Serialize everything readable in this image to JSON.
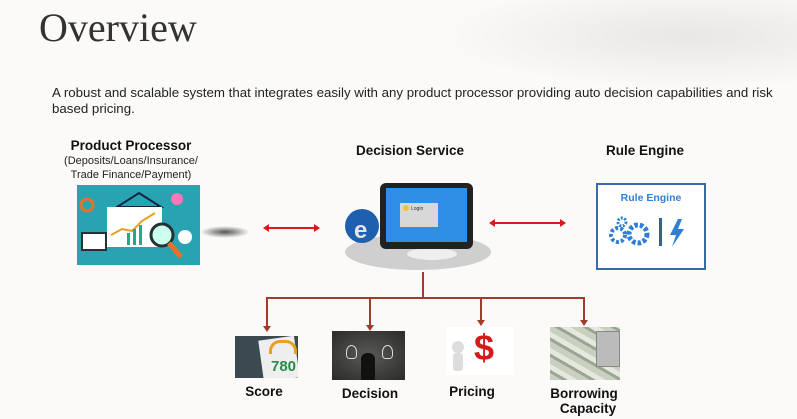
{
  "title": "Overview",
  "subtitle": "A robust and scalable system that integrates easily with any product processor providing auto decision capabilities and risk based pricing.",
  "product_processor": {
    "label": "Product Processor",
    "line1": "(Deposits/Loans/Insurance/",
    "line2": "Trade Finance/Payment)"
  },
  "decision_service": {
    "label": "Decision Service",
    "login_text": "Login"
  },
  "rule_engine": {
    "label": "Rule Engine",
    "box_title": "Rule Engine"
  },
  "outputs": [
    {
      "label": "Score",
      "image_text": "780"
    },
    {
      "label": "Decision"
    },
    {
      "label": "Pricing",
      "image_text": "$"
    },
    {
      "label": "Borrowing",
      "label2": "Capacity"
    }
  ],
  "colors": {
    "arrow": "#d91a1a",
    "tree": "#a33b2c",
    "rule_blue": "#2f7fd6",
    "teal": "#2aa3b0"
  }
}
